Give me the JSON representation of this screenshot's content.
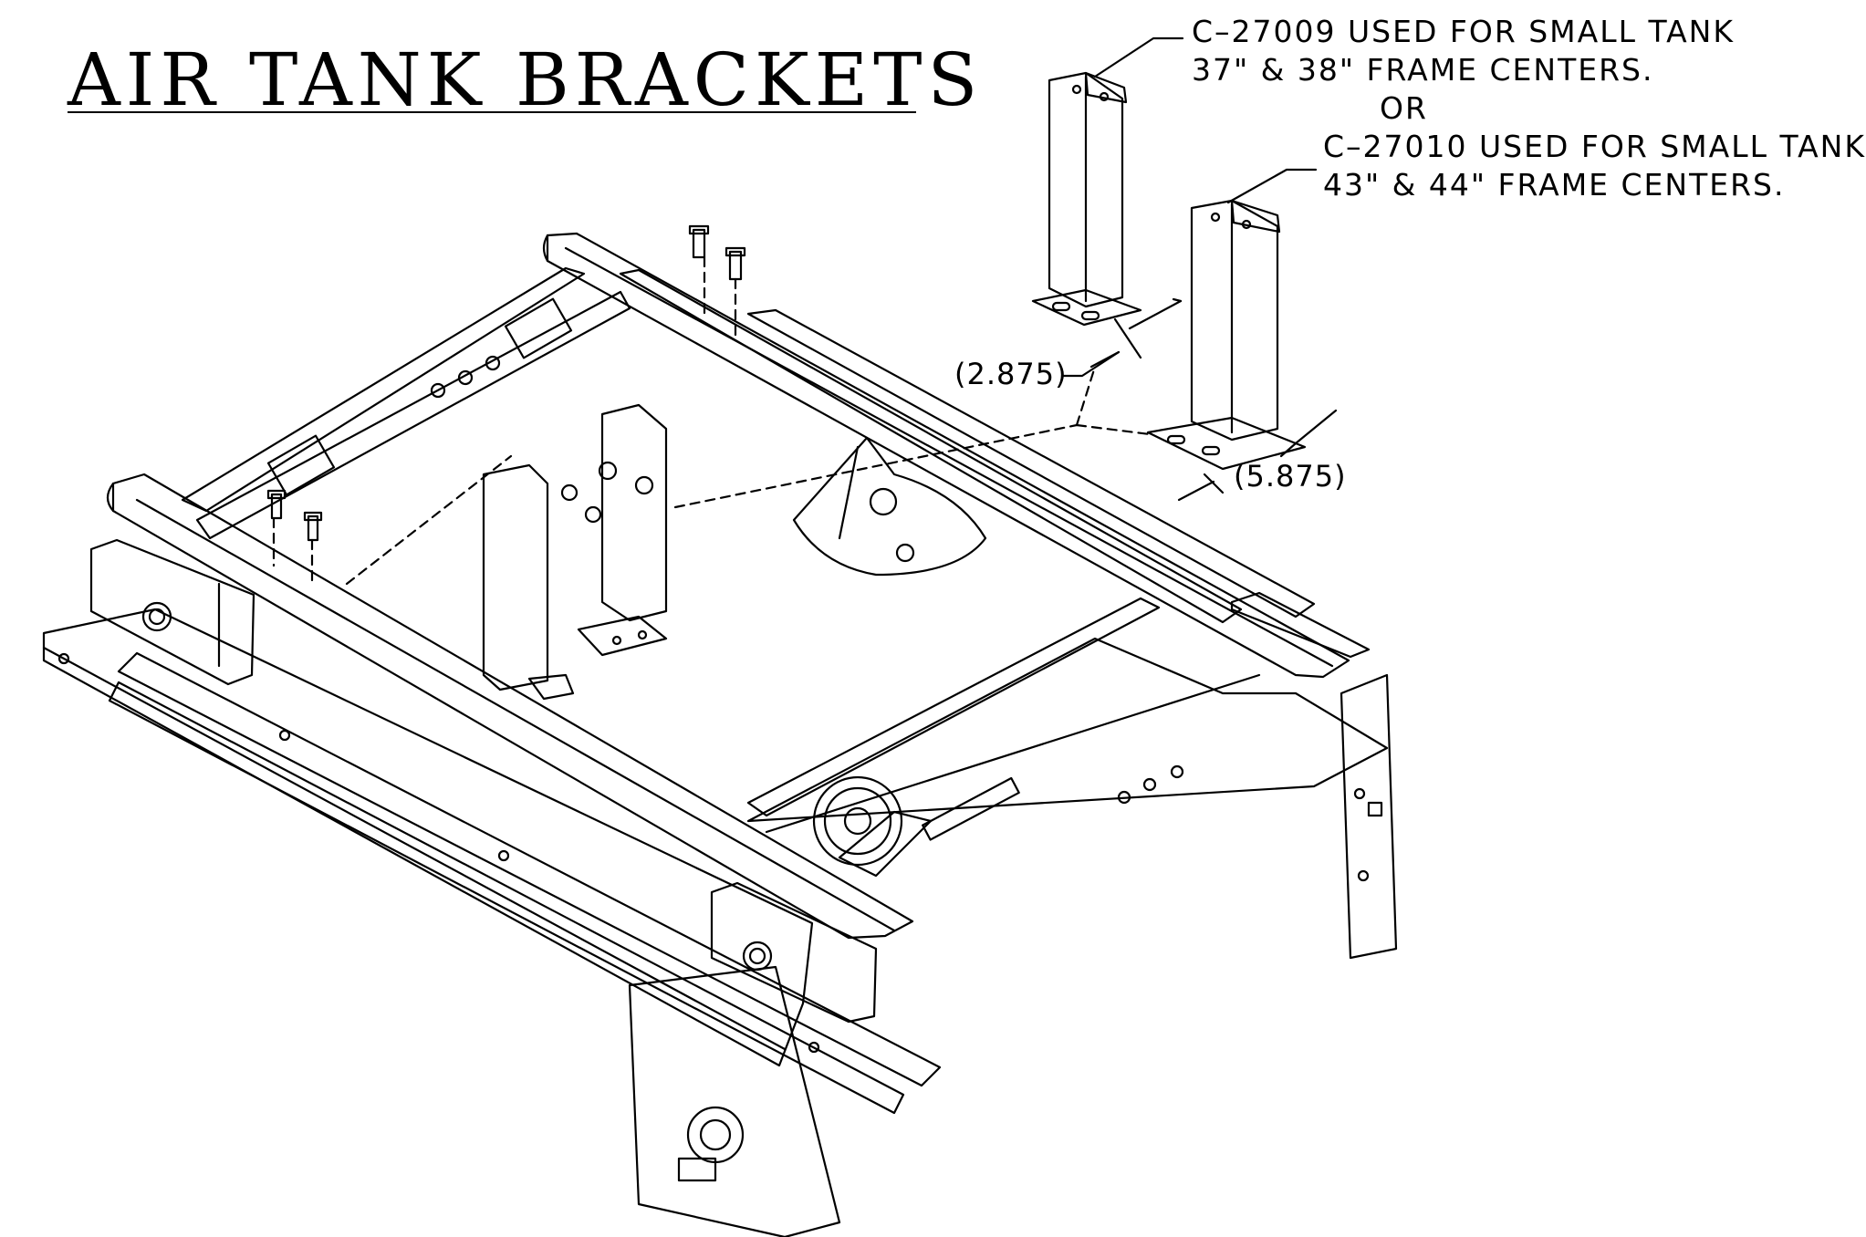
{
  "drawing": {
    "title": "AIR TANK BRACKETS",
    "callouts": {
      "bracket_a_line1": "C–27009 USED FOR SMALL TANK",
      "bracket_a_line2": "37\" & 38\" FRAME CENTERS.",
      "or": "OR",
      "bracket_b_line1": "C–27010 USED FOR SMALL TANK",
      "bracket_b_line2": "43\" & 44\" FRAME CENTERS."
    },
    "dimensions": {
      "small_bracket_width": "(2.875)",
      "large_bracket_width": "(5.875)"
    }
  },
  "colors": {
    "line": "#000000",
    "background": "#ffffff"
  }
}
